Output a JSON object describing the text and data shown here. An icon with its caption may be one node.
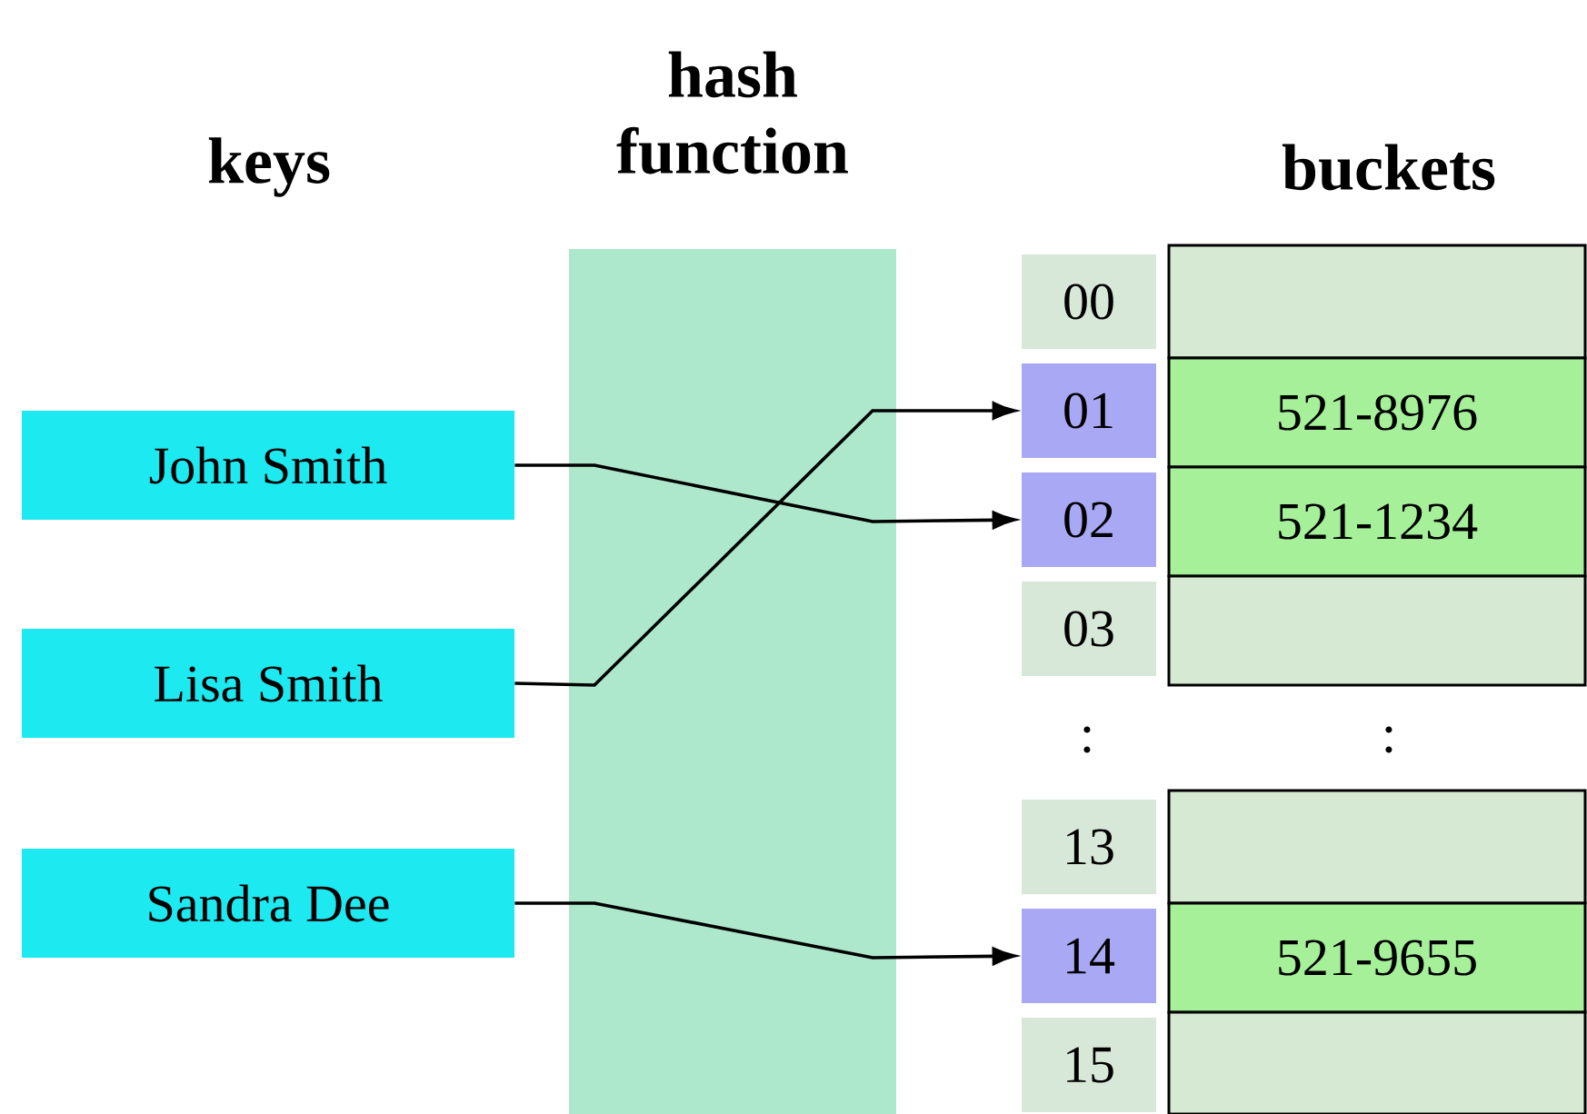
{
  "diagram": {
    "nodes": [
      {
        "text": [
          "John Smith"
        ]
      },
      {
        "text": [
          "Lisa Smith"
        ]
      },
      {
        "text": [
          "Sandra Dee"
        ]
      },
      {
        "text": [
          "00"
        ]
      },
      {
        "text": [
          "01"
        ]
      },
      {
        "text": [
          "02"
        ]
      },
      {
        "text": [
          "03"
        ]
      },
      {
        "text": [
          "13"
        ]
      },
      {
        "text": [
          "14"
        ]
      },
      {
        "text": [
          "15"
        ]
      },
      {
        "text": [],
        "shape": "box"
      },
      {
        "text": [
          "521-8976"
        ]
      },
      {
        "text": [
          "521-1234"
        ]
      },
      {
        "text": [],
        "shape": "box"
      },
      {
        "text": [],
        "shape": "box"
      },
      {
        "text": [
          "521-9655"
        ]
      },
      {
        "text": [],
        "shape": "box"
      }
    ],
    "edges": [
      {
        "from": 0,
        "to": 5,
        "arrow": "to"
      },
      {
        "from": 1,
        "to": 4,
        "arrow": "to"
      },
      {
        "from": 2,
        "to": 8,
        "arrow": "to"
      }
    ],
    "labels": [
      "hash function",
      "keys",
      "buckets",
      ":",
      ":"
    ]
  }
}
